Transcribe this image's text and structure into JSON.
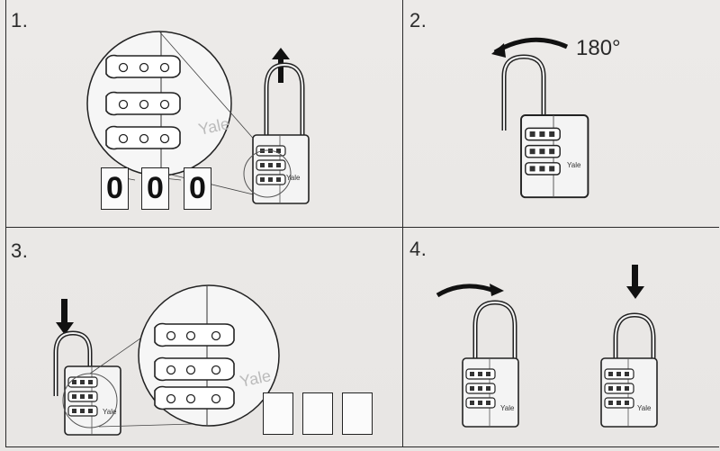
{
  "steps": {
    "s1": {
      "number": "1.",
      "digits": [
        "0",
        "0",
        "0"
      ]
    },
    "s2": {
      "number": "2.",
      "rotation": "180°"
    },
    "s3": {
      "number": "3."
    },
    "s4": {
      "number": "4."
    }
  },
  "brand": "Yale",
  "colors": {
    "line": "#222222",
    "paper": "#eae8e6",
    "box": "#fbfbfb"
  },
  "icons": [
    "padlock-icon",
    "arrow-up-icon",
    "arrow-down-icon",
    "rotate-arrow-icon",
    "magnifier-circle-icon"
  ]
}
